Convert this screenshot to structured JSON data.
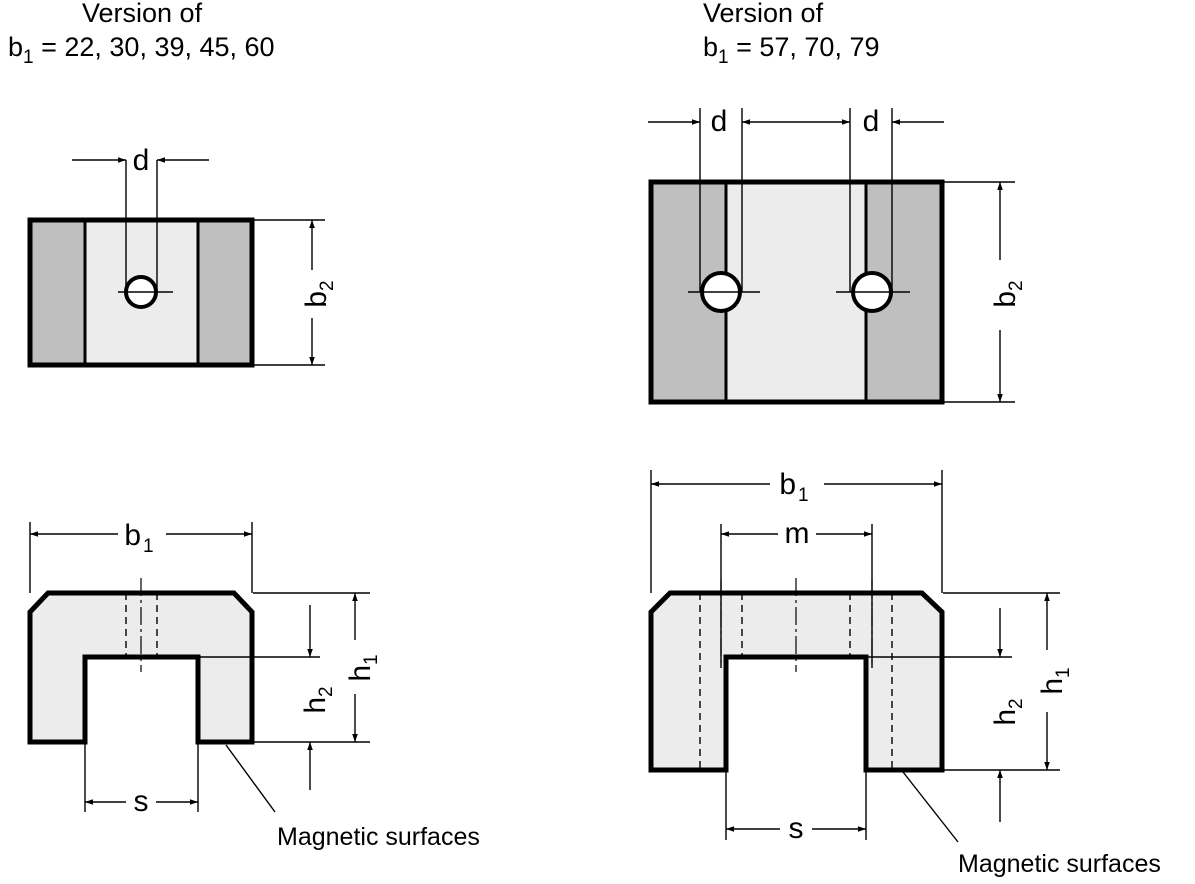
{
  "left_version": {
    "heading_line1": "Version of",
    "heading_b": "b",
    "heading_b_sub": "1",
    "heading_values": " = 22, 30, 39, 45, 60"
  },
  "right_version": {
    "heading_line1": "Version of",
    "heading_b": "b",
    "heading_b_sub": "1",
    "heading_values": " = 57, 70, 79"
  },
  "dimensions": {
    "d": "d",
    "b": "b",
    "b1_sub": "1",
    "b2_sub": "2",
    "h": "h",
    "h1_sub": "1",
    "h2_sub": "2",
    "s": "s",
    "m": "m"
  },
  "notes": {
    "magnetic_surfaces": "Magnetic surfaces"
  },
  "colors": {
    "pole_fill": "#bfbfbf",
    "body_fill": "#ececec",
    "line": "#000000"
  }
}
